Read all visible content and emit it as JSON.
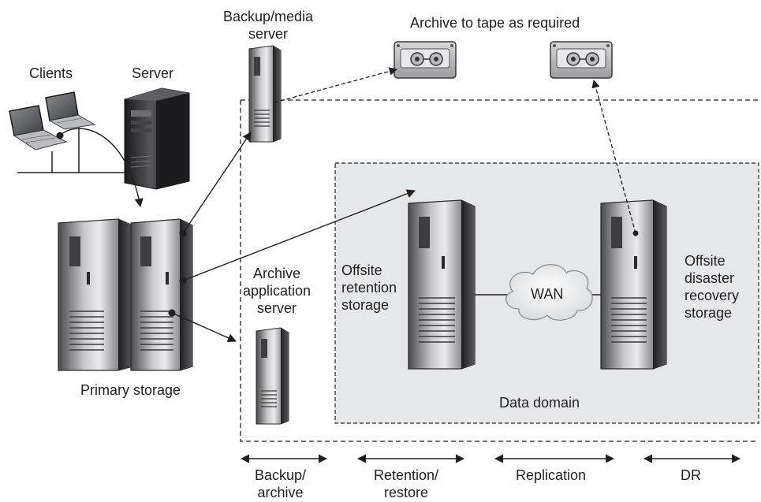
{
  "labels": {
    "clients": "Clients",
    "server": "Server",
    "backup_media_server_line1": "Backup/media",
    "backup_media_server_line2": "server",
    "archive_to_tape": "Archive to tape as required",
    "primary_storage": "Primary storage",
    "archive_app_line1": "Archive",
    "archive_app_line2": "application",
    "archive_app_line3": "server",
    "offsite_retention_line1": "Offsite",
    "offsite_retention_line2": "retention",
    "offsite_retention_line3": "storage",
    "wan": "WAN",
    "offsite_dr_line1": "Offsite",
    "offsite_dr_line2": "disaster",
    "offsite_dr_line3": "recovery",
    "offsite_dr_line4": "storage",
    "data_domain": "Data domain"
  },
  "phases": {
    "backup_line1": "Backup/",
    "backup_line2": "archive",
    "retention_line1": "Retention/",
    "retention_line2": "restore",
    "replication": "Replication",
    "dr": "DR"
  },
  "colors": {
    "ink": "#231f20",
    "data_domain_fill": "#e6e7e8",
    "tower_dark": "#2b2b2d",
    "tower_light": "#9a9a9d"
  }
}
